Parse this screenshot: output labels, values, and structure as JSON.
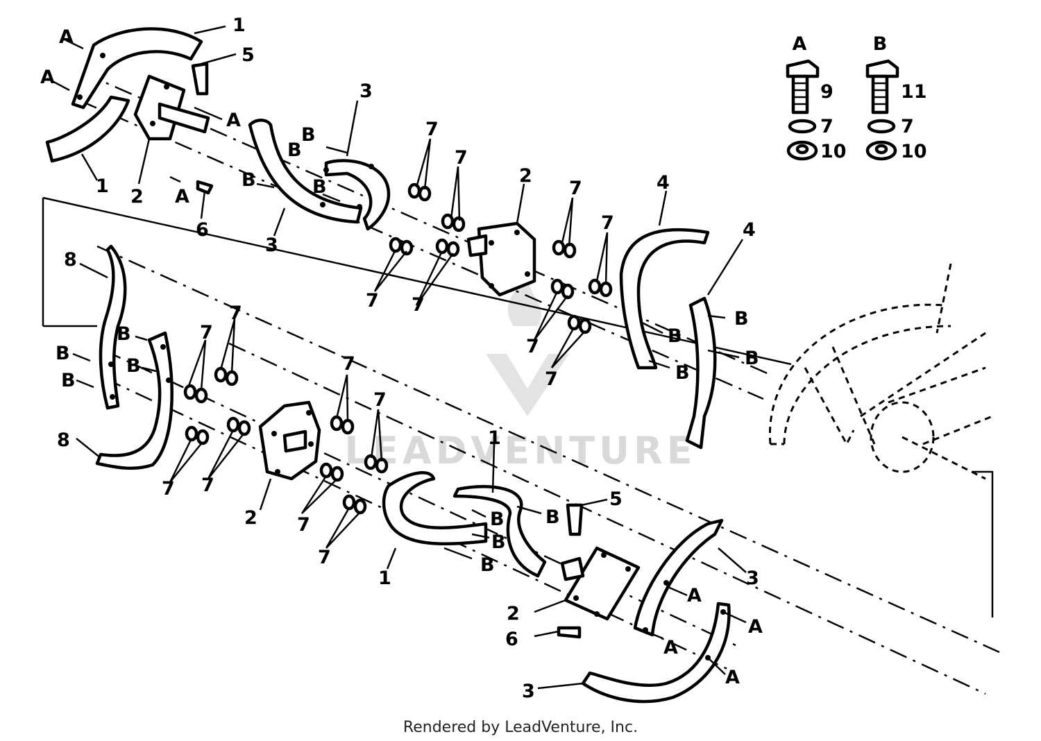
{
  "legend": {
    "col_a": {
      "letter": "A",
      "bolt_num": "9",
      "lockwasher_num": "7",
      "nut_num": "10"
    },
    "col_b": {
      "letter": "B",
      "bolt_num": "11",
      "lockwasher_num": "7",
      "nut_num": "10"
    }
  },
  "labels": {
    "p1": "1",
    "p2": "2",
    "p3": "3",
    "p4": "4",
    "p5": "5",
    "p6": "6",
    "p7": "7",
    "p8": "8",
    "a": "A",
    "b": "B"
  },
  "watermark": "LEADVENTURE",
  "credit": "Rendered by LeadVenture, Inc."
}
